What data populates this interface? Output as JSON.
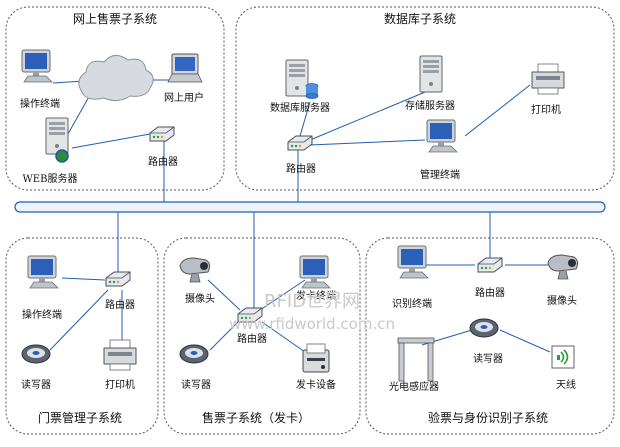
{
  "panels": {
    "online": {
      "title": "网上售票子系统",
      "terminal": "操作终端",
      "cloud_user": "网上用户",
      "web_server": "WEB服务器",
      "router": "路由器"
    },
    "database": {
      "title": "数据库子系统",
      "db_server": "数据库服务器",
      "storage_server": "存储服务器",
      "printer": "打印机",
      "router": "路由器",
      "mgmt_terminal": "管理终端"
    },
    "gate": {
      "title": "门票管理子系统",
      "terminal": "操作终端",
      "router": "路由器",
      "reader": "读写器",
      "printer": "打印机"
    },
    "ticketing": {
      "title": "售票子系统（发卡）",
      "camera": "摄像头",
      "card_terminal": "发卡终端",
      "router": "路由器",
      "reader": "读写器",
      "card_device": "发卡设备"
    },
    "verify": {
      "title": "验票与身份识别子系统",
      "id_terminal": "识别终端",
      "router": "路由器",
      "camera": "摄像头",
      "reader": "读写器",
      "photo_sensor": "光电感应器",
      "antenna": "天线"
    }
  },
  "watermark": {
    "brand": "RFID世界网",
    "url": "www.rfidworld.com.cn"
  },
  "colors": {
    "link": "#1f5fb0",
    "bus": "#1f5fb0",
    "bus_fill": "#eef4fb"
  }
}
